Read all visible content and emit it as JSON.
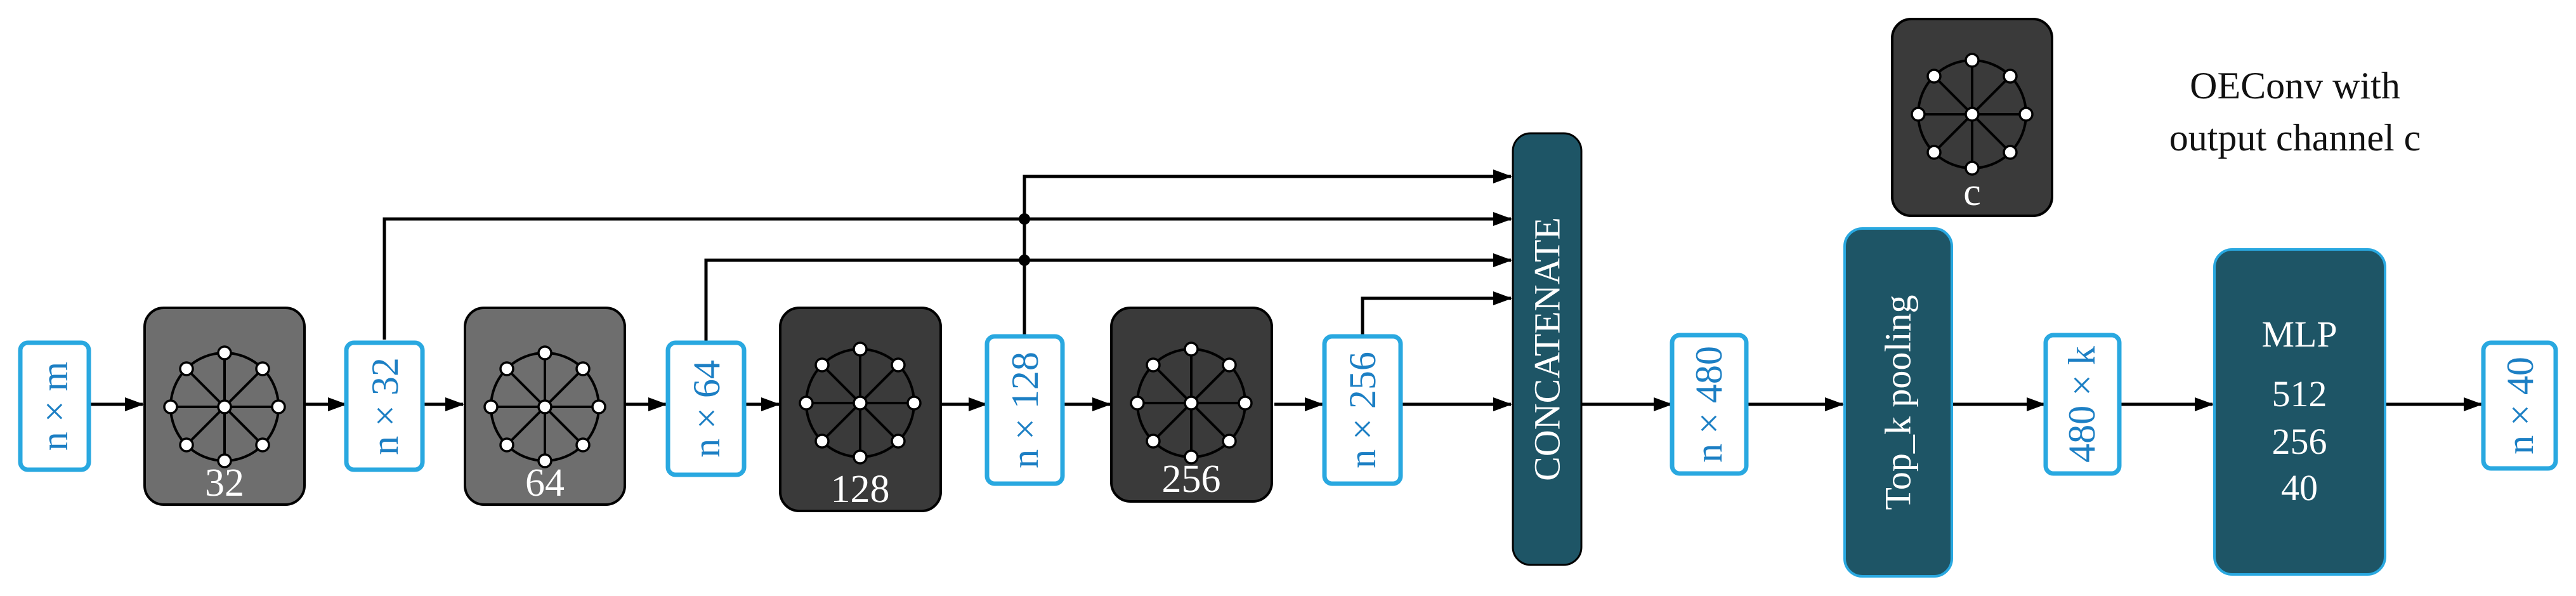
{
  "input_label": "n × m",
  "stages": [
    {
      "channels": "32",
      "output": "n × 32"
    },
    {
      "channels": "64",
      "output": "n × 64"
    },
    {
      "channels": "128",
      "output": "n × 128"
    },
    {
      "channels": "256",
      "output": "n × 256"
    }
  ],
  "concat_label": "CONCATENATE",
  "concat_output": "n × 480",
  "pooling_label": "Top_k pooling",
  "pooling_output": "480 × k",
  "mlp": {
    "title": "MLP",
    "layers": [
      "512",
      "256",
      "40"
    ]
  },
  "final_output": "n × 40",
  "legend": {
    "channel_symbol": "c",
    "lines": [
      "OEConv with",
      "output channel c"
    ]
  },
  "colors": {
    "dim_border": "#29a8e0",
    "dim_text": "#1c7fc4",
    "conv_fill": "#3a3a3a",
    "block_fill": "#1e5566"
  }
}
